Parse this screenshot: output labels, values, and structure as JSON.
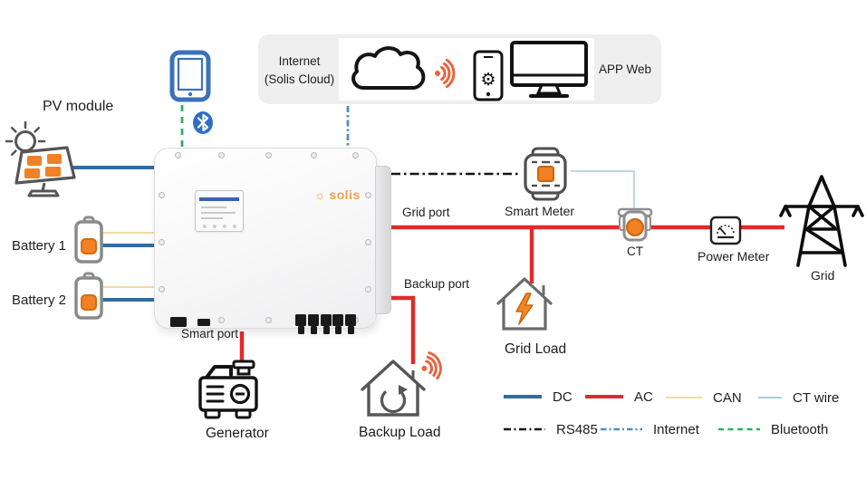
{
  "nodes": {
    "pv_module": "PV module",
    "battery1": "Battery 1",
    "battery2": "Battery 2",
    "smart_meter": "Smart Meter",
    "ct": "CT",
    "power_meter": "Power Meter",
    "grid": "Grid",
    "grid_load": "Grid Load",
    "backup_load": "Backup Load",
    "generator": "Generator"
  },
  "ports": {
    "grid_port": "Grid port",
    "backup_port": "Backup port",
    "smart_port": "Smart port"
  },
  "internet_box": {
    "line1": "Internet",
    "line2": "(Solis Cloud)",
    "app_web": "APP Web"
  },
  "inverter": {
    "brand": "solis"
  },
  "legend": {
    "items": [
      {
        "label": "DC",
        "color": "#2e6da4",
        "style": "solid-thick"
      },
      {
        "label": "AC",
        "color": "#e02b2b",
        "style": "solid-thick"
      },
      {
        "label": "CAN",
        "color": "#f2dca2",
        "style": "solid-thin"
      },
      {
        "label": "CT wire",
        "color": "#a9cedb",
        "style": "solid-thin"
      },
      {
        "label": "RS485",
        "color": "#141414",
        "style": "dash-dot"
      },
      {
        "label": "Internet",
        "color": "#4a90c4",
        "style": "dash-dot"
      },
      {
        "label": "Bluetooth",
        "color": "#2eaf5e",
        "style": "dashed"
      }
    ]
  }
}
